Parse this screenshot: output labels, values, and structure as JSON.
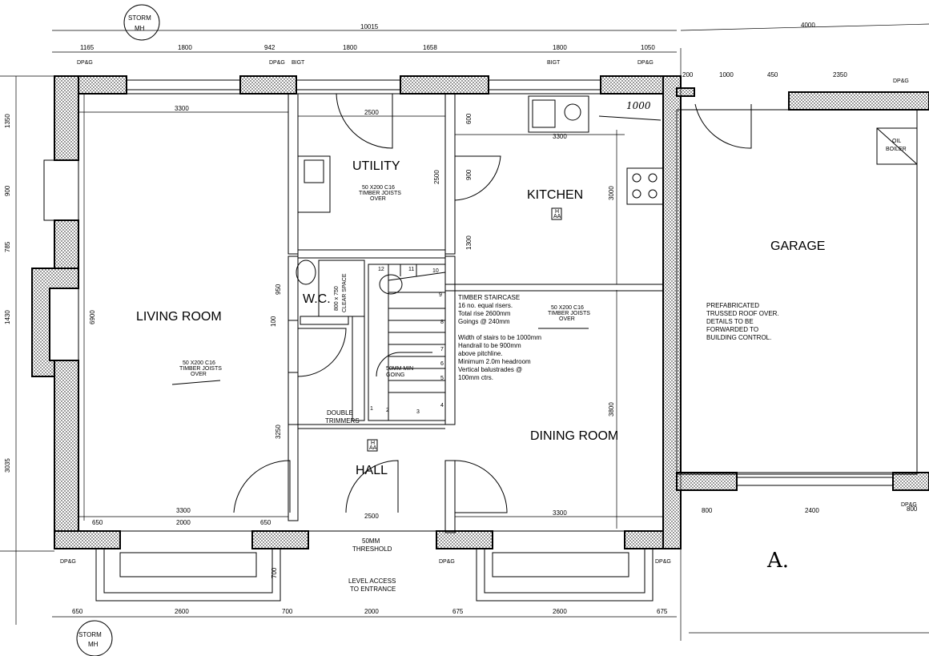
{
  "manholes": {
    "top": [
      "STORM",
      "MH"
    ],
    "bottom": [
      "STORM",
      "MH"
    ]
  },
  "dimensions": {
    "top_overall": "10015",
    "top_garage": "4000",
    "top_row": [
      "1165",
      "1800",
      "942",
      "1800",
      "1658",
      "1800",
      "1050"
    ],
    "garage_top": [
      "200",
      "1000",
      "450",
      "2350"
    ],
    "left_side": [
      "1350",
      "900",
      "785",
      "1430",
      "3035"
    ],
    "living_width": "3300",
    "living_height": "6900",
    "utility_width": "2500",
    "utility_height": "2500",
    "kitchen_width": "3300",
    "kitchen_height": "3000",
    "kitchen_600": "600",
    "kitchen_900": "900",
    "kitchen_1300": "1300",
    "wc_950": "950",
    "wc_100": "100",
    "hall_3250": "3250",
    "dining_3800": "3800",
    "bottom_inner": [
      "3300",
      "650",
      "2000",
      "650",
      "2500",
      "3300"
    ],
    "garage_bottom": [
      "800",
      "2400",
      "800"
    ],
    "porch_700": "700",
    "bottom_row": [
      "650",
      "2600",
      "700",
      "2000",
      "675",
      "2600",
      "675"
    ]
  },
  "rooms": {
    "utility": "UTILITY",
    "kitchen": "KITCHEN",
    "garage": "GARAGE",
    "living": "LIVING ROOM",
    "wc": "W.C.",
    "hall": "HALL",
    "dining": "DINING ROOM"
  },
  "labels": {
    "bigt_1": "BIGT",
    "bigt_2": "BIGT",
    "dpc": "DP&G",
    "oil_boiler": [
      "OIL",
      "BOILER"
    ],
    "joists": [
      "50 X200 C16",
      "TIMBER JOISTS",
      "OVER"
    ],
    "wc_clear": [
      "800 x 750",
      "CLEAR SPACE"
    ],
    "going": [
      "50MM MIN",
      "GOING"
    ],
    "double_trimmers": [
      "DOUBLE",
      "TRIMMERS"
    ],
    "threshold": [
      "50MM",
      "THRESHOLD"
    ],
    "level_access": [
      "LEVEL ACCESS",
      "TO ENTRANCE"
    ],
    "staircase_notes": [
      "TIMBER STAIRCASE",
      "16 no. equal risers.",
      "Total rise 2600mm",
      "Goings @ 240mm",
      "",
      "Width of stairs to be 1000mm",
      "Handrail to be  900mm",
      "above pitchline.",
      "Minimum 2.0m headroom",
      "Vertical balustrades @",
      "100mm ctrs."
    ],
    "garage_note": [
      "PREFABRICATED",
      "TRUSSED ROOF OVER.",
      "DETAILS TO BE",
      "FORWARDED TO",
      "BUILDING CONTROL."
    ],
    "smoke_h": "H",
    "smoke_aa": "AA",
    "hand_a": "A.",
    "hand_1000": "1000"
  },
  "stair_numbers": [
    "1",
    "2",
    "3",
    "4",
    "5",
    "6",
    "7",
    "8",
    "9",
    "10",
    "11",
    "12"
  ]
}
